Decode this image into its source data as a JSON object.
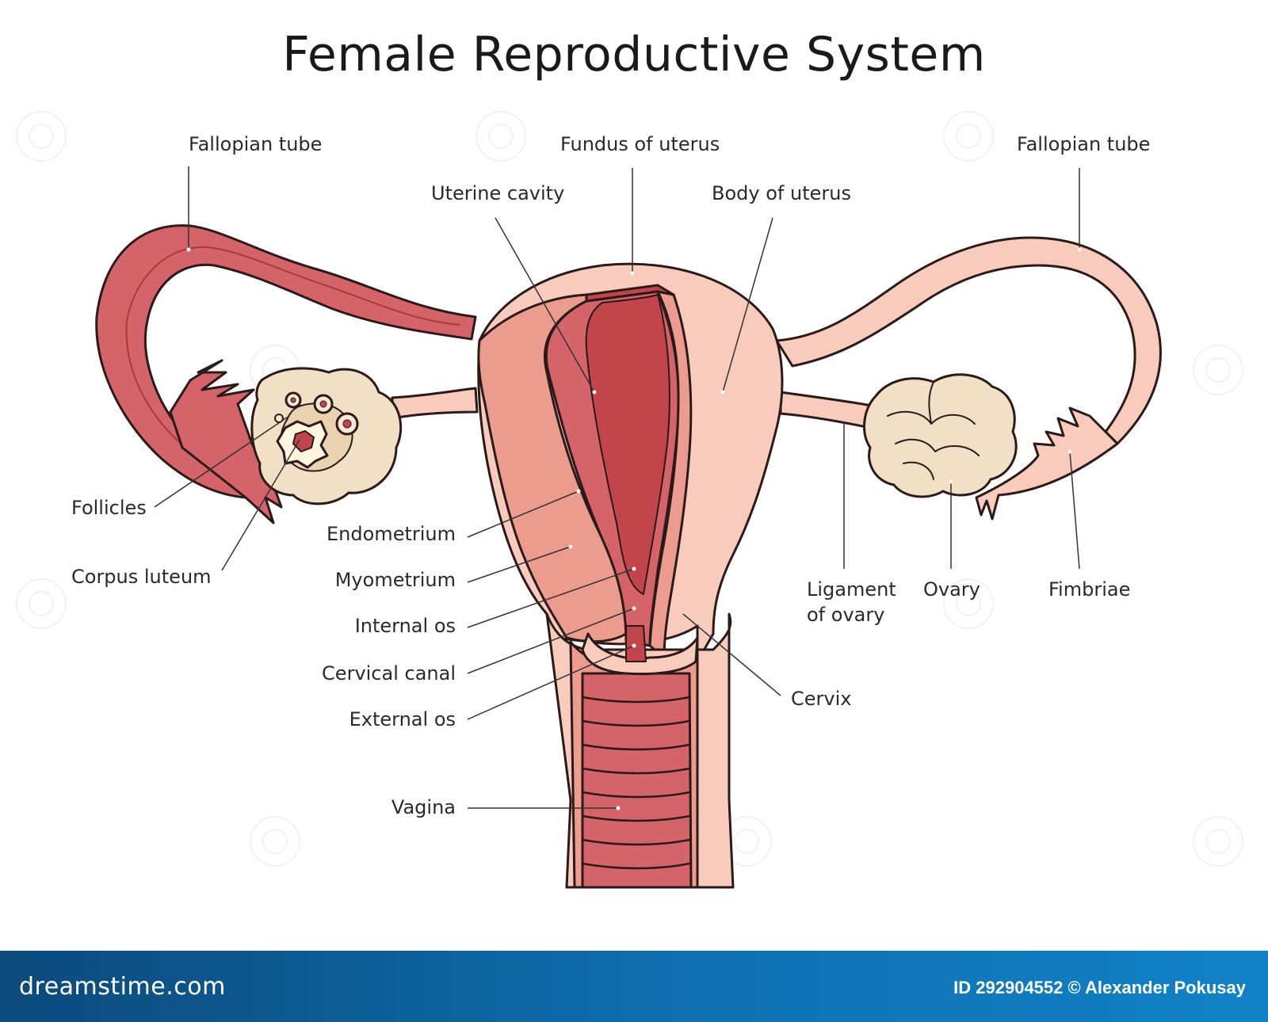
{
  "title": "Female Reproductive System",
  "labels": {
    "fallopian_tube_left": "Fallopian tube",
    "fundus": "Fundus of uterus",
    "fallopian_tube_right": "Fallopian tube",
    "uterine_cavity": "Uterine cavity",
    "body_of_uterus": "Body of uterus",
    "follicles": "Follicles",
    "corpus_luteum": "Corpus luteum",
    "endometrium": "Endometrium",
    "myometrium": "Myometrium",
    "internal_os": "Internal os",
    "cervical_canal": "Cervical canal",
    "external_os": "External os",
    "vagina": "Vagina",
    "ligament_line1": "Ligament",
    "ligament_line2": "of ovary",
    "ovary": "Ovary",
    "fimbriae": "Fimbriae",
    "cervix": "Cervix"
  },
  "footer": {
    "brand": "dreamstime.com",
    "credit": "ID 292904552 © Alexander Pokusay"
  },
  "colors": {
    "tissue_light": "#f8cbbc",
    "tissue_mid": "#eb9c8e",
    "tissue_dark": "#d5646a",
    "tissue_deep": "#c2454c",
    "ovary": "#f2e0c6",
    "outline": "#2b1a1a",
    "footer": "#0f73b4"
  }
}
